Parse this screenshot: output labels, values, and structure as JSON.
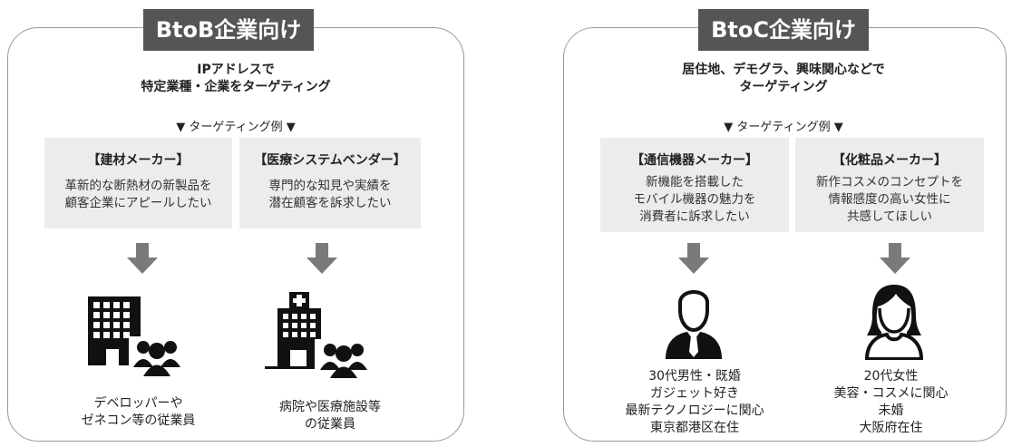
{
  "colors": {
    "title_bg": "#555555",
    "box_bg": "#ececec",
    "arrow": "#7a7a7a",
    "icon": "#111111"
  },
  "btob": {
    "title": "BtoB企業向け",
    "headline": [
      "IPアドレスで",
      "特定業種・企業をターゲティング"
    ],
    "examples_label": "▼ ターゲティング例 ▼",
    "cards": [
      {
        "title": "【建材メーカー】",
        "text": [
          "革新的な断熱材の新製品を",
          "顧客企業にアピールしたい"
        ],
        "icon": "office-building-with-group-icon",
        "caption": [
          "デベロッパーや",
          "ゼネコン等の従業員"
        ]
      },
      {
        "title": "【医療システムベンダー】",
        "text": [
          "専門的な知見や実績を",
          "潜在顧客を訴求したい"
        ],
        "icon": "hospital-with-group-icon",
        "caption": [
          "病院や医療施設等",
          "の従業員"
        ]
      }
    ]
  },
  "btoc": {
    "title": "BtoC企業向け",
    "headline": [
      "居住地、デモグラ、興味関心などで",
      "ターゲティング"
    ],
    "examples_label": "▼ ターゲティング例 ▼",
    "cards": [
      {
        "title": "【通信機器メーカー】",
        "text": [
          "新機能を搭載した",
          "モバイル機器の魅力を",
          "消費者に訴求したい"
        ],
        "icon": "man-silhouette-icon",
        "caption": [
          "30代男性・既婚",
          "ガジェット好き",
          "最新テクノロジーに関心",
          "東京都港区在住"
        ]
      },
      {
        "title": "【化粧品メーカー】",
        "text": [
          "新作コスメのコンセプトを",
          "情報感度の高い女性に",
          "共感してほしい"
        ],
        "icon": "woman-silhouette-icon",
        "caption": [
          "20代女性",
          "美容・コスメに関心",
          "未婚",
          "大阪府在住"
        ]
      }
    ]
  }
}
